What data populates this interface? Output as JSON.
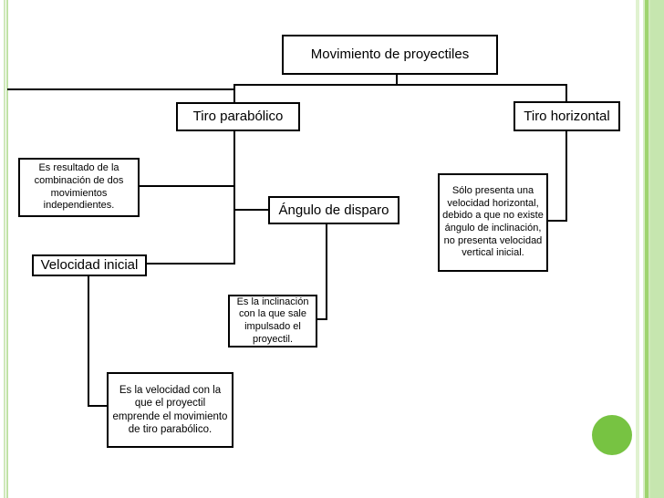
{
  "diagram": {
    "title": "Movimiento de proyectiles",
    "nodes": {
      "main": "Movimiento de proyectiles",
      "tiro_parabolico": "Tiro parabólico",
      "tiro_horizontal": "Tiro horizontal",
      "resultado": "Es resultado de la combinación de dos movimientos independientes.",
      "velocidad_inicial": "Velocidad inicial",
      "angulo_disparo": "Ángulo de disparo",
      "solo_presenta": "Sólo presenta una velocidad horizontal, debido a que no existe ángulo de inclinación, no presenta velocidad vertical inicial.",
      "inclinacion_desc": "Es la inclinación con la que sale impulsado el proyectil.",
      "velocidad_desc": "Es la velocidad con la que el proyectil emprende el movimiento de tiro parabólico."
    },
    "colors": {
      "connector_line": "#000000",
      "circle_green": "#77c342",
      "left_stripe_green_1": "#cfe8ba",
      "left_stripe_green_2": "#c0e2a6",
      "right_band_green": "#c6e6af",
      "right_band_accent_green": "#9fd46f"
    }
  }
}
